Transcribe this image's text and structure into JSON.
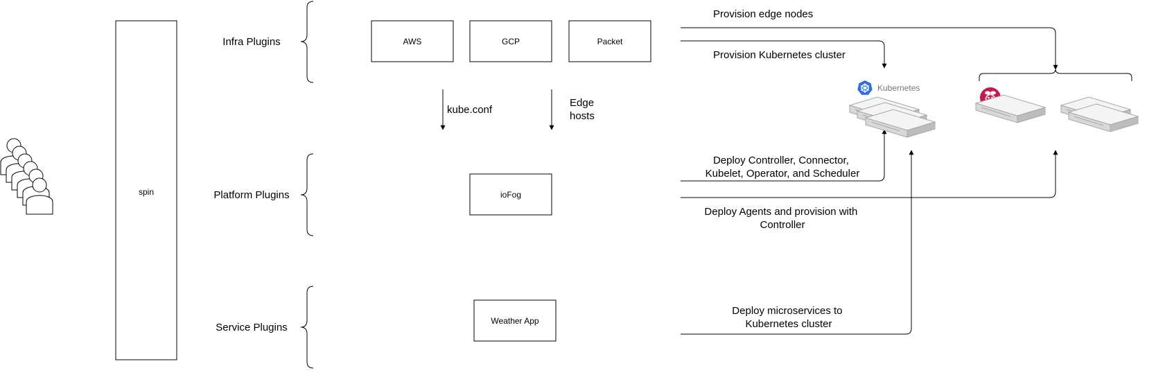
{
  "colors": {
    "stroke": "#000000",
    "kubernetes_blue": "#326CE5",
    "raspberry_red": "#C51A4A",
    "server_light": "#EDEDED",
    "server_dark": "#BDBDBD"
  },
  "cli": {
    "label": "spin"
  },
  "layers": {
    "infra": "Infra Plugins",
    "platform": "Platform Plugins",
    "service": "Service Plugins"
  },
  "providers": {
    "aws": "AWS",
    "gcp": "GCP",
    "packet": "Packet"
  },
  "platform_box": "ioFog",
  "service_box": "Weather App",
  "flows": {
    "kubeconf": "kube.conf",
    "edge_hosts": [
      "Edge",
      "hosts"
    ]
  },
  "steps": {
    "provision_edge_nodes": "Provision edge nodes",
    "provision_kubernetes_cluster": "Provision Kubernetes cluster",
    "deploy_controller": [
      "Deploy Controller, Connector,",
      "Kubelet, Operator, and Scheduler"
    ],
    "deploy_agents": [
      "Deploy Agents and provision with",
      "Controller"
    ],
    "deploy_microservices": [
      "Deploy microservices to",
      "Kubernetes cluster"
    ]
  },
  "targets": {
    "kubernetes": "Kubernetes"
  },
  "icons": {
    "users": "users-icon",
    "kubernetes": "kubernetes-logo-icon",
    "raspberry": "raspberry-pi-logo-icon",
    "server": "server-rack-icon"
  }
}
